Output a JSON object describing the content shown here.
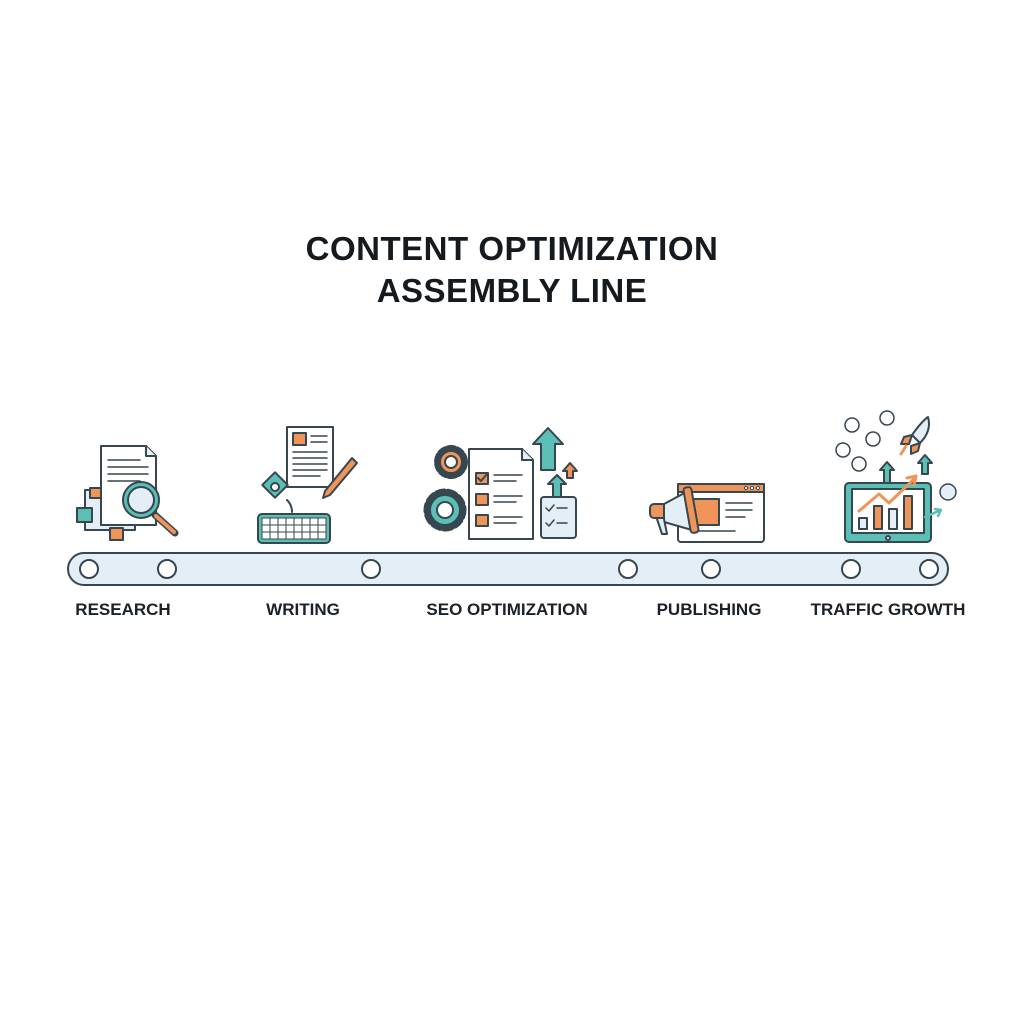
{
  "title": {
    "line1": "CONTENT OPTIMIZATION",
    "line2": "ASSEMBLY LINE"
  },
  "stages": [
    {
      "label": "RESEARCH",
      "icon": "document-magnifier-icon"
    },
    {
      "label": "WRITING",
      "icon": "document-pencil-keyboard-icon"
    },
    {
      "label": "SEO OPTIMIZATION",
      "icon": "gears-checklist-arrows-icon"
    },
    {
      "label": "PUBLISHING",
      "icon": "megaphone-browser-icon"
    },
    {
      "label": "TRAFFIC GROWTH",
      "icon": "tablet-chart-rocket-icon"
    }
  ],
  "colors": {
    "orange": "#F0955A",
    "teal": "#5BBFB5",
    "light": "#E4EEF6",
    "stroke": "#37474F"
  }
}
